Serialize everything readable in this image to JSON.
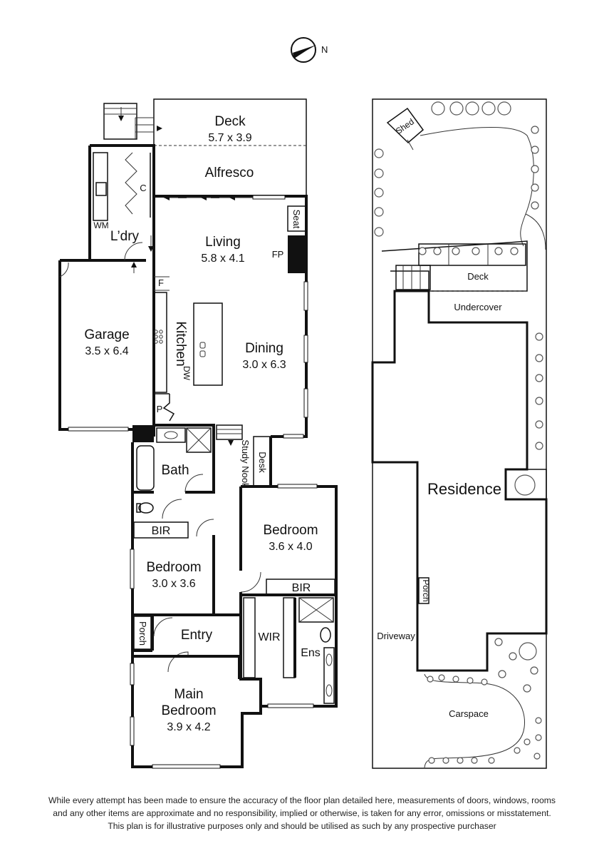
{
  "compass": {
    "label": "N"
  },
  "rooms": {
    "deck": {
      "name": "Deck",
      "dim": "5.7 x 3.9"
    },
    "alfresco": {
      "name": "Alfresco"
    },
    "living": {
      "name": "Living",
      "dim": "5.8 x 4.1"
    },
    "fp": "FP",
    "seat": "Seat",
    "laundry": "L’dry",
    "wm": "WM",
    "cupboard": "C",
    "fridge": "F",
    "pantry": "P",
    "kitchen": "Kitchen",
    "dw": "DW",
    "dining": {
      "name": "Dining",
      "dim": "3.0 x 6.3"
    },
    "garage": {
      "name": "Garage",
      "dim": "3.5 x 6.4"
    },
    "bath": "Bath",
    "study_nook": "Study Nook",
    "desk": "Desk",
    "bir1": "BIR",
    "bedroom2": {
      "name": "Bedroom",
      "dim": "3.0 x 3.6"
    },
    "bedroom3": {
      "name": "Bedroom",
      "dim": "3.6 x 4.0"
    },
    "bir2": "BIR",
    "porch": "Porch",
    "entry": "Entry",
    "wir": "WIR",
    "ens": "Ens",
    "main_bedroom": {
      "name1": "Main",
      "name2": "Bedroom",
      "dim": "3.9 x 4.2"
    }
  },
  "site": {
    "shed": "Shed",
    "deck": "Deck",
    "undercover": "Undercover",
    "residence": "Residence",
    "porch": "Porch",
    "driveway": "Driveway",
    "carspace": "Carspace"
  },
  "disclaimer": [
    "While every attempt has been made to ensure the accuracy of the floor plan detailed here, measurements of doors, windows, rooms",
    "and any other items are approximate and no responsibility, implied or otherwise, is taken for any error, omissions or misstatement.",
    "This plan is for illustrative purposes only and should be utilised as such by any prospective purchaser"
  ]
}
